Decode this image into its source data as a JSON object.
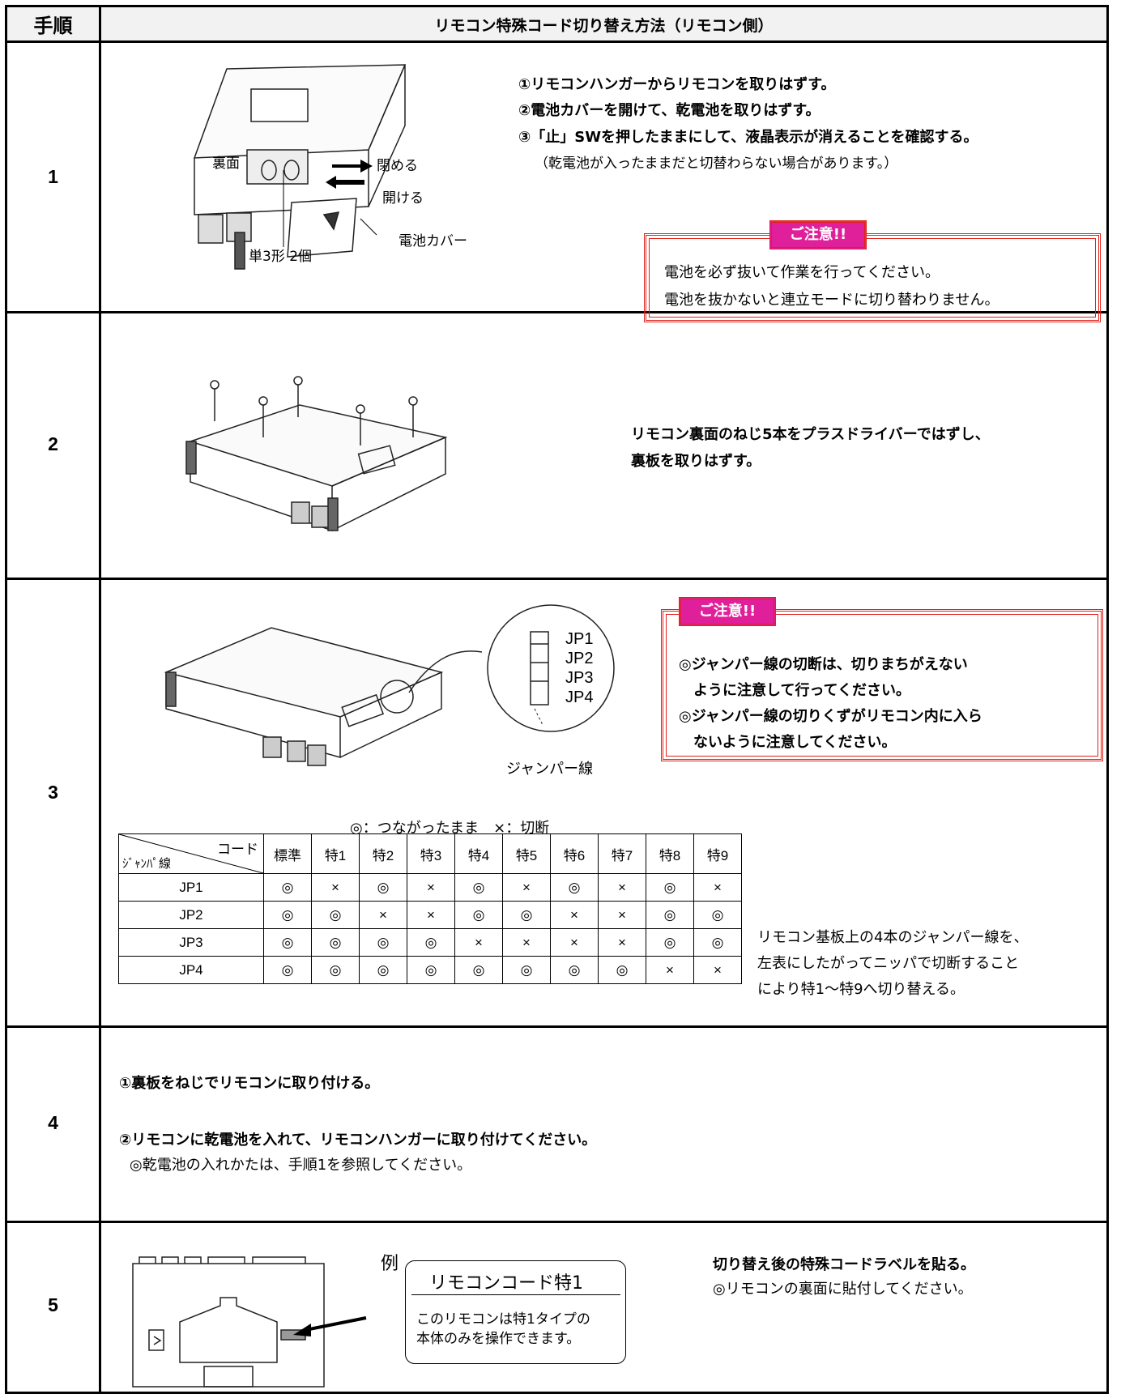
{
  "header": {
    "step_label": "手順",
    "title": "リモコン特殊コード切り替え方法（リモコン側）"
  },
  "steps": [
    {
      "number": "1",
      "lines": [
        "①リモコンハンガーからリモコンを取りはずす。",
        "②電池カバーを開けて、乾電池を取りはずす。",
        "③「止」SWを押したままにして、液晶表示が消えることを確認する。"
      ],
      "note": "（乾電池が入ったままだと切替わらない場合があります。）",
      "illustration_labels": {
        "back": "裏面",
        "close": "閉める",
        "open": "開ける",
        "battery_cover": "電池カバー",
        "battery": "単3形 2個"
      },
      "caution": {
        "tag": "ご注意!!",
        "lines": [
          "電池を必ず抜いて作業を行ってください。",
          "電池を抜かないと連立モードに切り替わりません。"
        ]
      }
    },
    {
      "number": "2",
      "lines": [
        "リモコン裏面のねじ5本をプラスドライバーではずし、",
        "裏板を取りはずす。"
      ]
    },
    {
      "number": "3",
      "jumper_labels": [
        "JP1",
        "JP2",
        "JP3",
        "JP4"
      ],
      "jumper_caption": "ジャンパー線",
      "caution": {
        "tag": "ご注意!!",
        "lines": [
          "◎ジャンパー線の切断は、切りまちがえない",
          "ように注意して行ってください。",
          "◎ジャンパー線の切りくずがリモコン内に入ら",
          "ないように注意してください。"
        ]
      },
      "legend": "◎：つながったまま　×：切断",
      "table": {
        "corner_top": "コード",
        "corner_bottom": "ｼﾞｬﾝﾊﾟ線",
        "columns": [
          "標準",
          "特1",
          "特2",
          "特3",
          "特4",
          "特5",
          "特6",
          "特7",
          "特8",
          "特9"
        ],
        "rows": [
          {
            "name": "JP1",
            "cells": [
              "◎",
              "×",
              "◎",
              "×",
              "◎",
              "×",
              "◎",
              "×",
              "◎",
              "×"
            ]
          },
          {
            "name": "JP2",
            "cells": [
              "◎",
              "◎",
              "×",
              "×",
              "◎",
              "◎",
              "×",
              "×",
              "◎",
              "◎"
            ]
          },
          {
            "name": "JP3",
            "cells": [
              "◎",
              "◎",
              "◎",
              "◎",
              "×",
              "×",
              "×",
              "×",
              "◎",
              "◎"
            ]
          },
          {
            "name": "JP4",
            "cells": [
              "◎",
              "◎",
              "◎",
              "◎",
              "◎",
              "◎",
              "◎",
              "◎",
              "×",
              "×"
            ]
          }
        ]
      },
      "explain": [
        "リモコン基板上の4本のジャンパー線を、",
        "左表にしたがってニッパで切断すること",
        "により特1～特9へ切り替える。"
      ]
    },
    {
      "number": "4",
      "line1": "①裏板をねじでリモコンに取り付ける。",
      "line2": "②リモコンに乾電池を入れて、リモコンハンガーに取り付けてください。",
      "line3": "◎乾電池の入れかたは、手順1を参照してください。"
    },
    {
      "number": "5",
      "example": "例",
      "label_title": "リモコンコード特1",
      "label_lines": [
        "このリモコンは特1タイプの",
        "本体のみを操作できます。"
      ],
      "line1": "切り替え後の特殊コードラベルを貼る。",
      "line2": "◎リモコンの裏面に貼付してください。"
    }
  ]
}
